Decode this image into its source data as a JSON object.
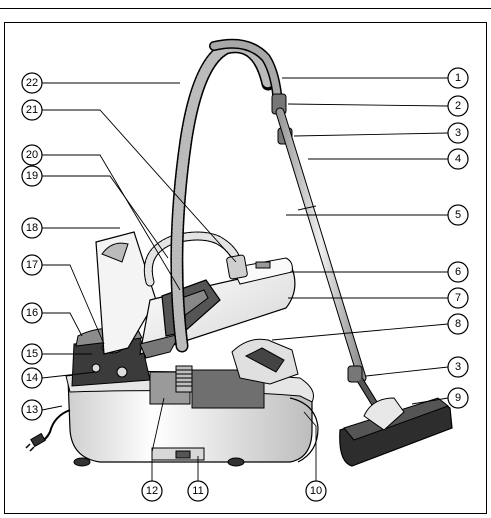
{
  "callouts": [
    {
      "id": "1",
      "label": "1"
    },
    {
      "id": "2",
      "label": "2"
    },
    {
      "id": "3",
      "label": "3"
    },
    {
      "id": "4",
      "label": "4"
    },
    {
      "id": "5",
      "label": "5"
    },
    {
      "id": "6",
      "label": "6"
    },
    {
      "id": "7",
      "label": "7"
    },
    {
      "id": "8",
      "label": "8"
    },
    {
      "id": "3b",
      "label": "3"
    },
    {
      "id": "9",
      "label": "9"
    },
    {
      "id": "10",
      "label": "10"
    },
    {
      "id": "11",
      "label": "11"
    },
    {
      "id": "12",
      "label": "12"
    },
    {
      "id": "13",
      "label": "13"
    },
    {
      "id": "14",
      "label": "14"
    },
    {
      "id": "15",
      "label": "15"
    },
    {
      "id": "16",
      "label": "16"
    },
    {
      "id": "17",
      "label": "17"
    },
    {
      "id": "18",
      "label": "18"
    },
    {
      "id": "19",
      "label": "19"
    },
    {
      "id": "20",
      "label": "20"
    },
    {
      "id": "21",
      "label": "21"
    },
    {
      "id": "22",
      "label": "22"
    }
  ]
}
